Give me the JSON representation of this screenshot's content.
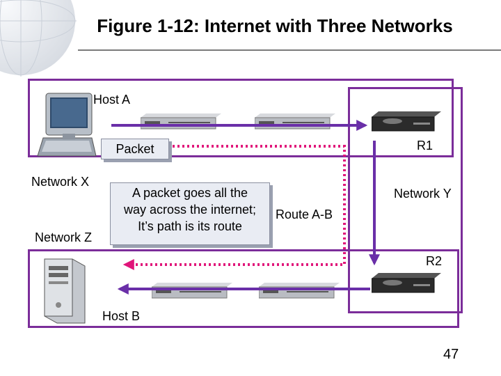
{
  "title": "Figure 1-12: Internet with Three Networks",
  "labels": {
    "host_a": "Host A",
    "host_b": "Host B",
    "packet": "Packet",
    "r1": "R1",
    "r2": "R2",
    "network_x": "Network X",
    "network_y": "Network Y",
    "network_z": "Network Z",
    "route": "Route A-B"
  },
  "callout": {
    "line1": "A packet goes all the",
    "line2": "way across the internet;",
    "line3": "It’s path is its route"
  },
  "page_number": "47",
  "colors": {
    "network_border": "#7b2d9a",
    "arrow": "#6a2fa8",
    "route_dots": "#e0157a"
  }
}
